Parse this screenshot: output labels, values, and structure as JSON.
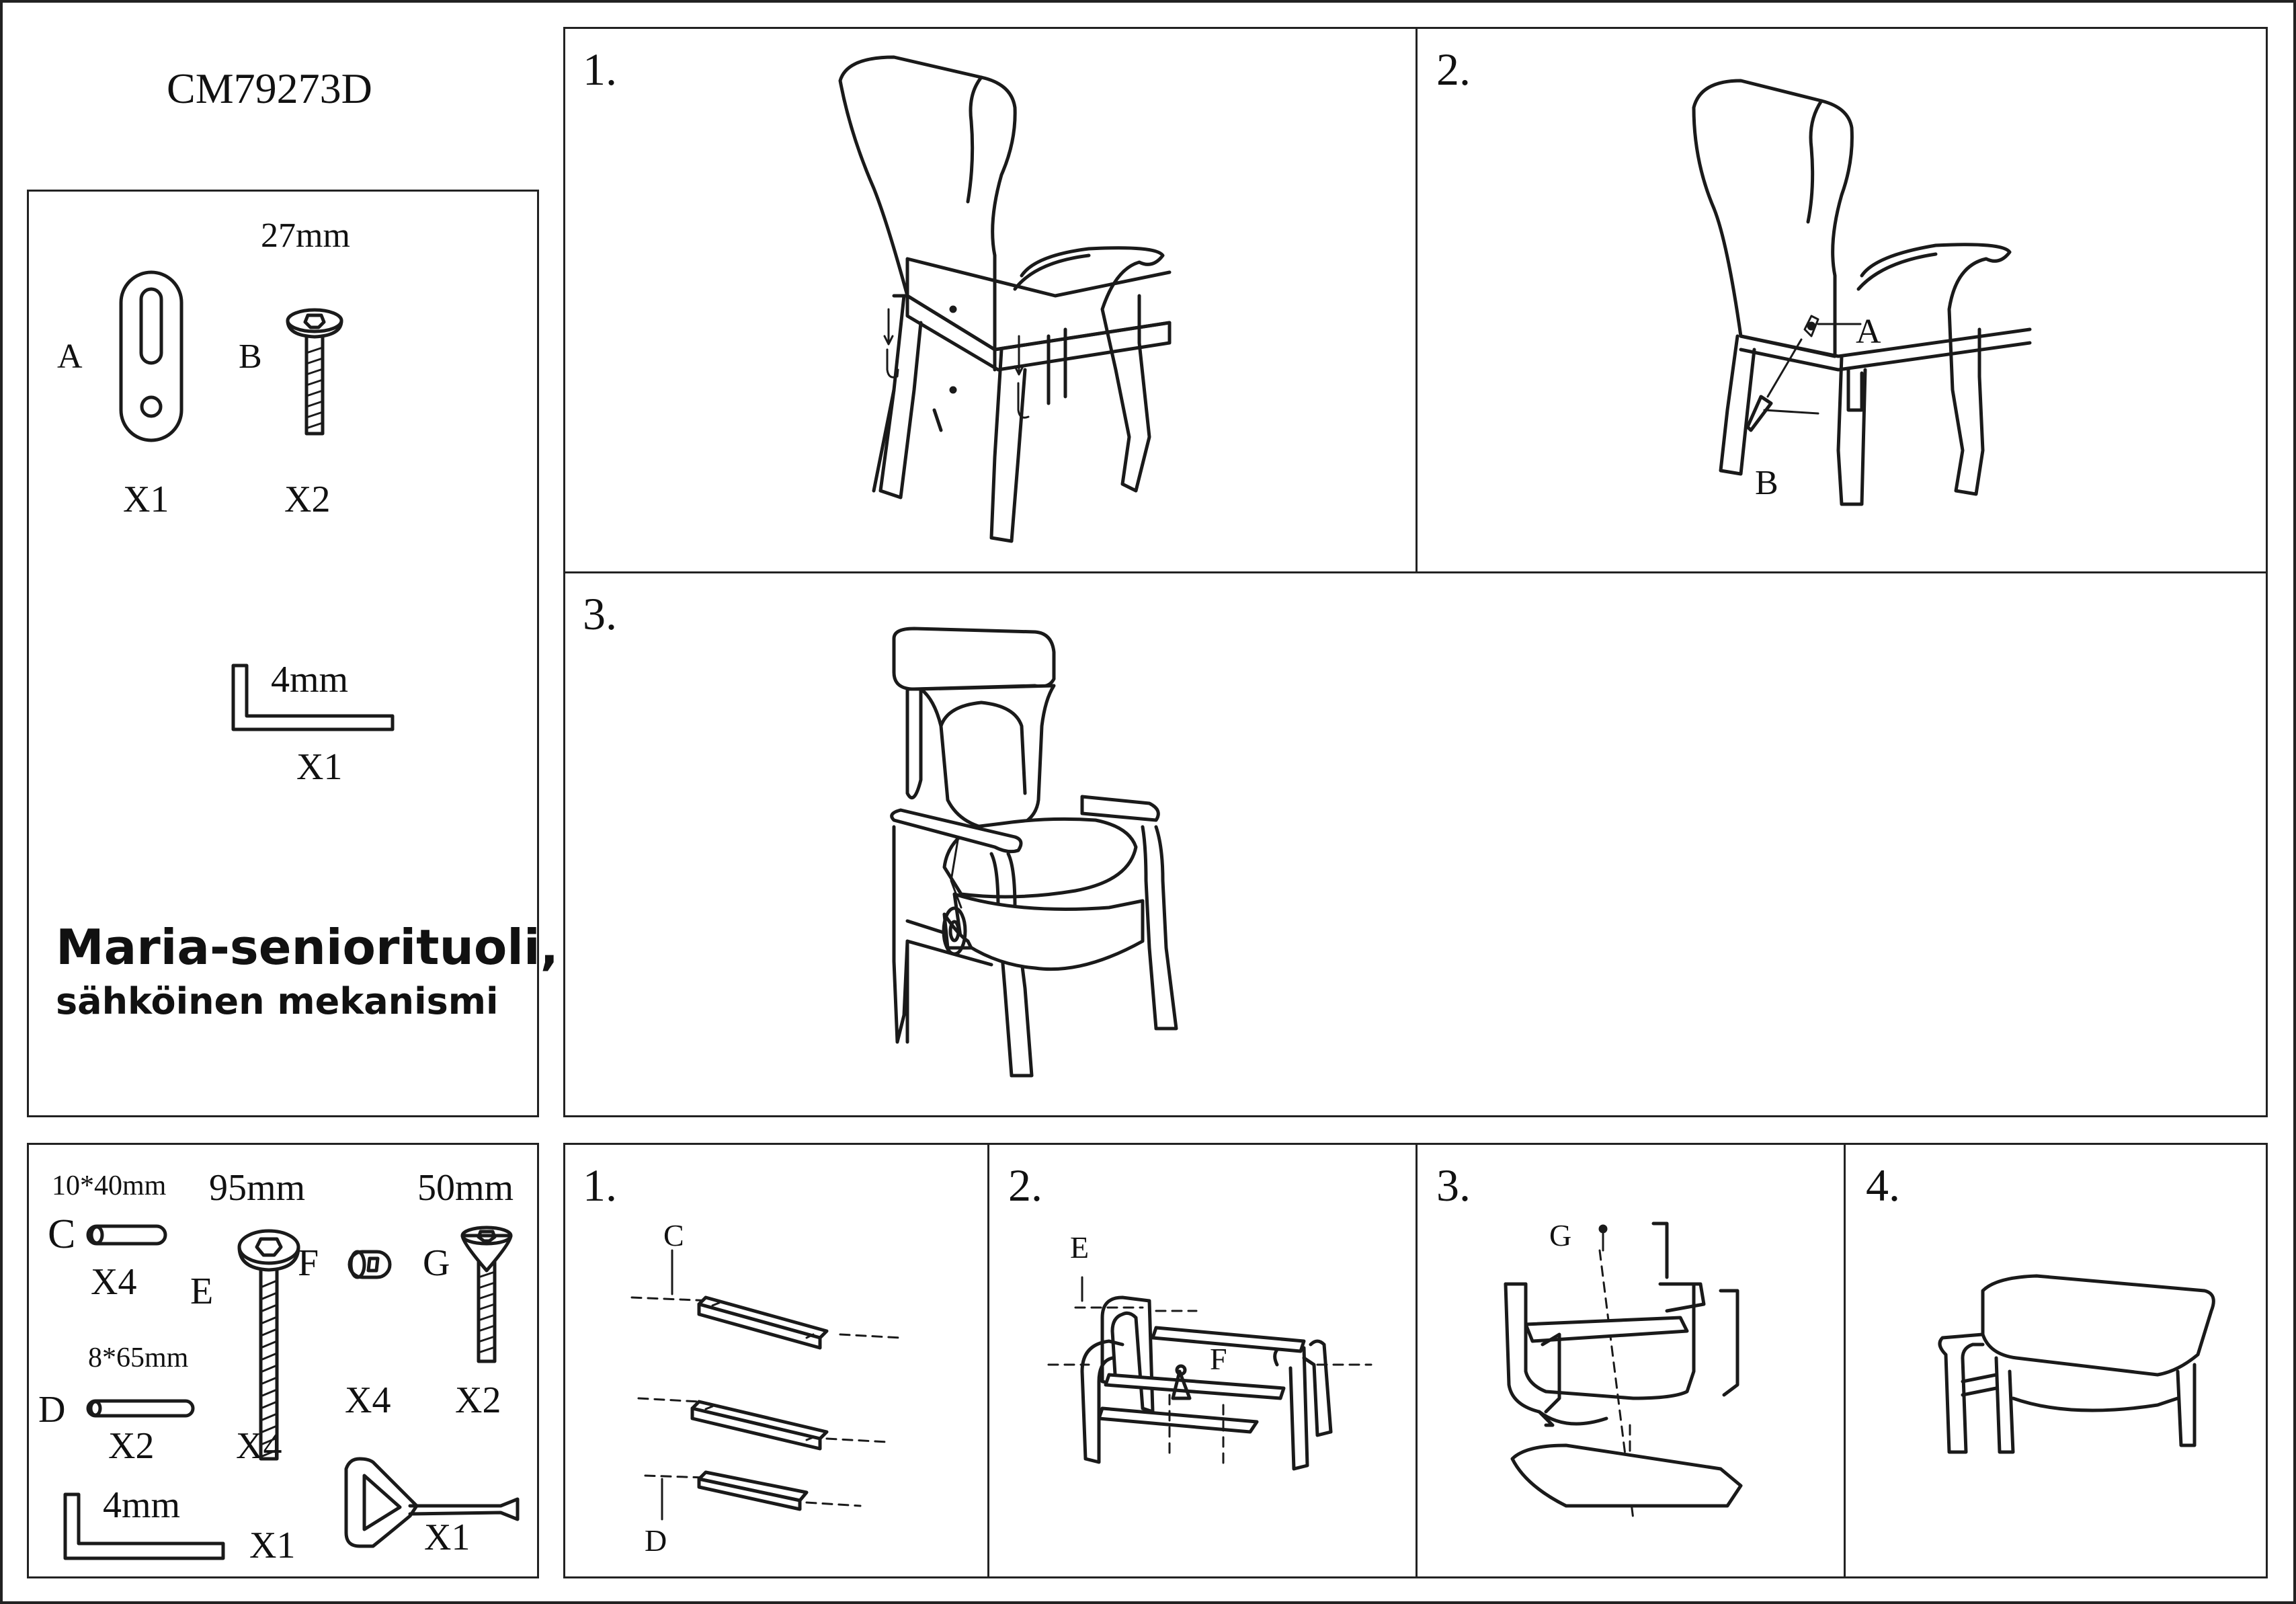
{
  "model": "CM79273D",
  "chair_parts": {
    "size_27": "27mm",
    "label_a": "A",
    "label_b": "B",
    "qty_a": "X1",
    "qty_b": "X2",
    "key_size": "4mm",
    "key_qty": "X1"
  },
  "product": {
    "name": "Maria-seniorituoli,",
    "subtitle": "sähköinen mekanismi"
  },
  "chair_steps": {
    "s1": "1.",
    "s2": "2.",
    "s3": "3.",
    "s2_label_a": "A",
    "s2_label_b": "B"
  },
  "stool_parts": {
    "c_size": "10*40mm",
    "e_size": "95mm",
    "g_size": "50mm",
    "label_c": "C",
    "qty_c": "X4",
    "label_e": "E",
    "label_f": "F",
    "label_g": "G",
    "d_size": "8*65mm",
    "label_d": "D",
    "qty_d": "X2",
    "qty_e": "X4",
    "qty_f": "X4",
    "qty_g": "X2",
    "key_size": "4mm",
    "key_qty": "X1",
    "tool_qty": "X1"
  },
  "stool_steps": {
    "s1": "1.",
    "s2": "2.",
    "s3": "3.",
    "s4": "4.",
    "s1_label_c": "C",
    "s1_label_d": "D",
    "s2_label_e": "E",
    "s2_label_f": "F",
    "s3_label_g": "G"
  }
}
